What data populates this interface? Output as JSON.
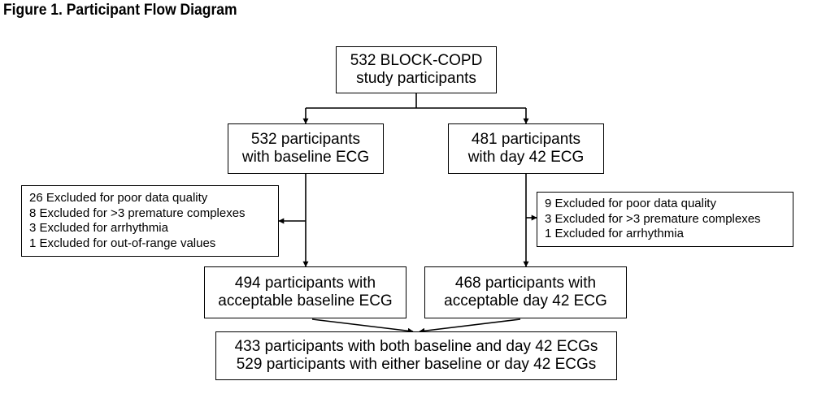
{
  "figure": {
    "title": "Figure 1. Participant Flow Diagram"
  },
  "nodes": {
    "start": {
      "lines": [
        "532 BLOCK-COPD",
        "study participants"
      ]
    },
    "baseline": {
      "lines": [
        "532 participants",
        "with baseline ECG"
      ]
    },
    "day42": {
      "lines": [
        "481 participants",
        "with day 42 ECG"
      ]
    },
    "baseline_excluded": {
      "lines": [
        "26 Excluded for poor data quality",
        "8 Excluded for >3 premature complexes",
        "3 Excluded for arrhythmia",
        "1 Excluded for out-of-range values"
      ]
    },
    "day42_excluded": {
      "lines": [
        "9 Excluded for poor data quality",
        "3 Excluded for >3 premature complexes",
        "1 Excluded for arrhythmia"
      ]
    },
    "baseline_acceptable": {
      "lines": [
        "494 participants with",
        "acceptable baseline ECG"
      ]
    },
    "day42_acceptable": {
      "lines": [
        "468 participants with",
        "acceptable day 42 ECG"
      ]
    },
    "final": {
      "lines": [
        "433 participants with both baseline and day 42 ECGs",
        "529 participants with either baseline or day 42 ECGs"
      ]
    }
  }
}
